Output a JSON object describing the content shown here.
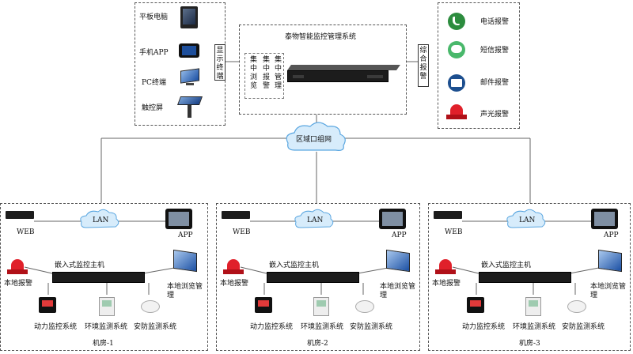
{
  "terminals": {
    "items": [
      {
        "label": "平板电脑",
        "icon": "tablet-icon"
      },
      {
        "label": "手机APP",
        "icon": "phone-icon"
      },
      {
        "label": "PC终端",
        "icon": "pc-monitor-icon"
      },
      {
        "label": "触控屏",
        "icon": "kiosk-icon"
      }
    ],
    "side_label": "显示终端"
  },
  "center": {
    "title": "泰物智能监控管理系统",
    "col1": "集中浏览",
    "col2": "集中报警",
    "col3": "集中管理"
  },
  "alarms": {
    "side_label": "综合报警",
    "items": [
      {
        "label": "电话报警",
        "icon": "phone-call-icon",
        "color": "#1f8a3a"
      },
      {
        "label": "短信报警",
        "icon": "sms-bubble-icon",
        "color": "#49b86b"
      },
      {
        "label": "邮件报警",
        "icon": "email-icon",
        "color": "#1d4f8f"
      },
      {
        "label": "声光报警",
        "icon": "alarm-light-icon",
        "color": "#e0202a"
      }
    ]
  },
  "network": {
    "cloud_label": "区域口组网"
  },
  "rooms": [
    {
      "name": "机房-1",
      "web": "WEB",
      "lan": "LAN",
      "app": "APP",
      "host": "嵌入式监控主机",
      "local_alarm": "本地报警",
      "local_view": "本地浏览管理",
      "sys1": "动力监控系统",
      "sys2": "环境监测系统",
      "sys3": "安防监测系统"
    },
    {
      "name": "机房-2",
      "web": "WEB",
      "lan": "LAN",
      "app": "APP",
      "host": "嵌入式监控主机",
      "local_alarm": "本地报警",
      "local_view": "本地浏览管理",
      "sys1": "动力监控系统",
      "sys2": "环境监测系统",
      "sys3": "安防监测系统"
    },
    {
      "name": "机房-3",
      "web": "WEB",
      "lan": "LAN",
      "app": "APP",
      "host": "嵌入式监控主机",
      "local_alarm": "本地报警",
      "local_view": "本地浏览管理",
      "sys1": "动力监控系统",
      "sys2": "环境监测系统",
      "sys3": "安防监测系统"
    }
  ],
  "colors": {
    "cloud_fill": "#d7ecfb",
    "cloud_stroke": "#5aa6e0",
    "device_dark": "#1c1c1c",
    "alarm_red": "#e0202a"
  }
}
